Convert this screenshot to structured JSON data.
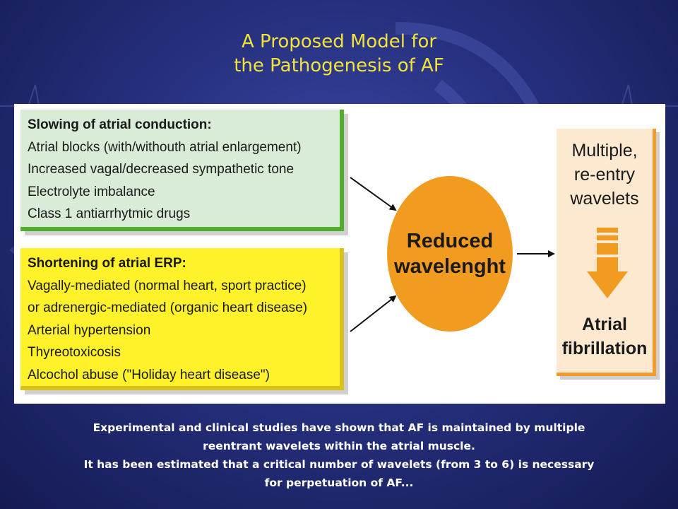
{
  "title": {
    "line1": "A Proposed Model for",
    "line2": "the Pathogenesis of AF"
  },
  "box_slowing": {
    "heading": "Slowing of atrial conduction:",
    "items": [
      "Atrial blocks (with/withouth atrial enlargement)",
      "Increased vagal/decreased sympathetic tone",
      "Electrolyte imbalance",
      "Class  1 antiarrhytmic drugs"
    ]
  },
  "box_shortening": {
    "heading": "Shortening of atrial ERP:",
    "items": [
      "Vagally-mediated (normal heart, sport practice)",
      "or adrenergic-mediated (organic heart disease)",
      "Arterial hypertension",
      "Thyreotoxicosis",
      "Alcochol abuse (\"Holiday heart disease\")"
    ]
  },
  "center": {
    "line1": "Reduced",
    "line2": "wavelenght"
  },
  "outcome": {
    "top_lines": [
      "Multiple,",
      "re-entry",
      "wavelets"
    ],
    "bottom_lines": [
      "Atrial",
      "fibrillation"
    ]
  },
  "caption": {
    "line1": "Experimental and clinical studies have shown that AF is maintained by multiple",
    "line2": "reentrant wavelets within the atrial muscle.",
    "line3": "It has been estimated that a critical number of wavelets (from 3 to 6) is necessary",
    "line4": "for perpetuation  of AF..."
  },
  "colors": {
    "title": "#f2e33a",
    "green_box": "#d9ecd7",
    "yellow_box": "#fff22a",
    "orange": "#f29b21",
    "outcome_box": "#fde9cf"
  }
}
